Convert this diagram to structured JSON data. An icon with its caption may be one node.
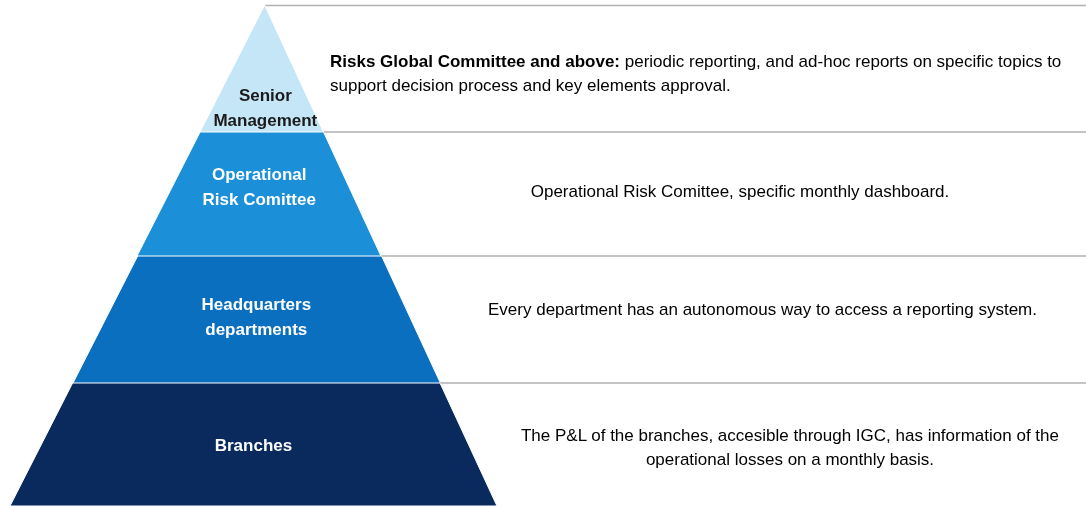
{
  "diagram": {
    "nodes": [
      {
        "text": [
          "Senior Management"
        ]
      },
      {
        "text": [
          "Operational Risk Comittee"
        ]
      },
      {
        "text": [
          "Headquarters departments"
        ]
      },
      {
        "text": [
          "Branches"
        ]
      }
    ],
    "labels": [
      "**Risks Global Committee and above:** periodic reporting, and ad-hoc reports on specific topics to support decision process and key elements approval.",
      "Operational Risk Comittee, specific monthly dashboard.",
      "Every department has an autonomous way to access a reporting system.",
      "The P&L of the branches, accesible through IGC, has information of the operational losses on a monthly basis."
    ]
  }
}
